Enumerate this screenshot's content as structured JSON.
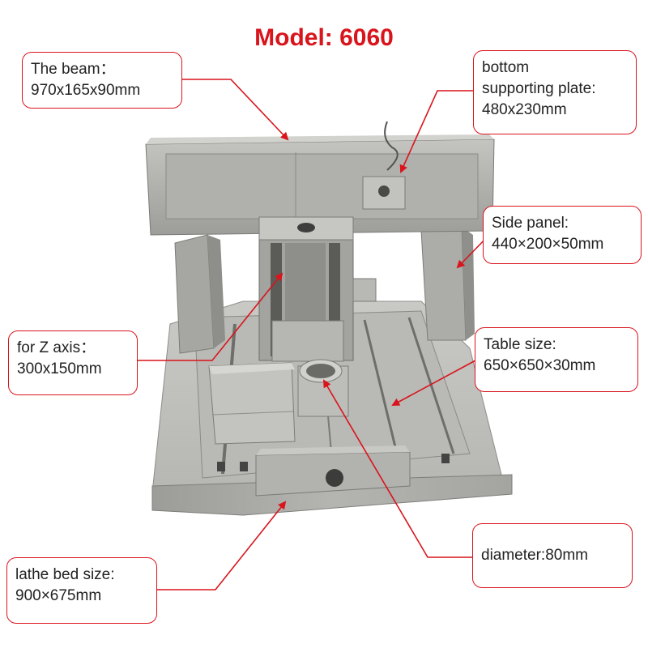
{
  "title": "Model: 6060",
  "colors": {
    "accent": "#d9141c",
    "text": "#222222",
    "metal": "#a8a8a4",
    "background": "#ffffff"
  },
  "callouts": {
    "beam": {
      "line1": "The beam：",
      "line2": "970x165x90mm"
    },
    "plate": {
      "line1": "bottom",
      "line2": "supporting plate:",
      "line3": "480x230mm"
    },
    "side": {
      "line1": "Side panel:",
      "line2": "440×200×50mm"
    },
    "zaxis": {
      "line1": "for Z axis：",
      "line2": "300x150mm"
    },
    "table": {
      "line1": "Table size:",
      "line2": "650×650×30mm"
    },
    "diameter": {
      "line1": "diameter:80mm"
    },
    "lathe": {
      "line1": "lathe bed size:",
      "line2": "900×675mm"
    }
  }
}
